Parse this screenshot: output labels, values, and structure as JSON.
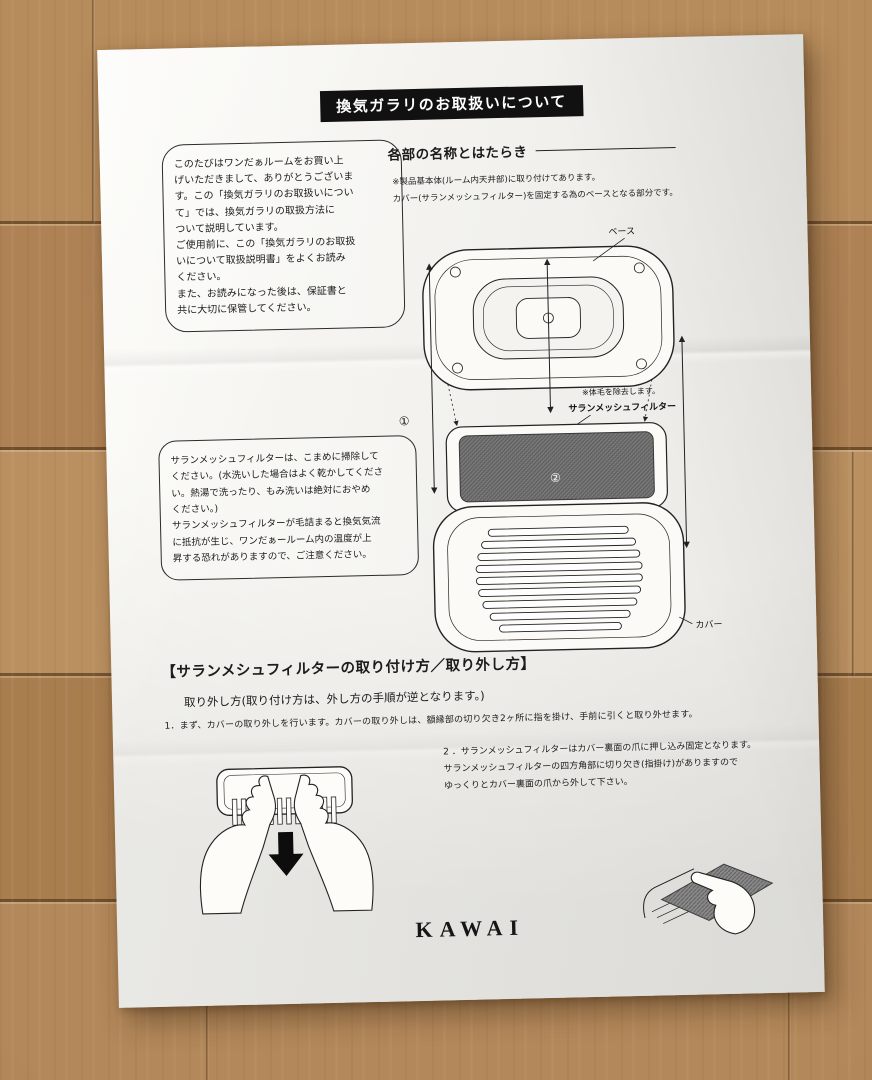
{
  "title_bar": {
    "text": "換気ガラリのお取扱いについて"
  },
  "intro_box": {
    "text": "このたびはワンだぁルームをお買い上\nげいただきまして、ありがとうございま\nす。この「換気ガラリのお取扱いについ\nて」では、換気ガラリの取扱方法に\nついて説明しています。\nご使用前に、この「換気ガラリのお取扱\nいについて取扱説明書」をよくお読み\nください。\nまた、お読みになった後は、保証書と\n共に大切に保管してください。"
  },
  "parts_section": {
    "heading": "各部の名称とはたらき",
    "notes": "※製品基本体(ルーム内天井部)に取り付けてあります。\nカバー(サランメッシュフィルター)を固定する為のベースとなる部分です。",
    "labels": {
      "base": "ベース",
      "step1": "①",
      "hair_note": "※体毛を除去します。",
      "filter": "サランメッシュフィルター",
      "step2": "②",
      "cover": "カバー"
    }
  },
  "care_box": {
    "text": "サランメッシュフィルターは、こまめに掃除して\nください。(水洗いした場合はよく乾かしてくださ\nい。熱湯で洗ったり、もみ洗いは絶対におやめ\nください。)\nサランメッシュフィルターが毛詰まると換気気流\nに抵抗が生じ、ワンだぁールーム内の温度が上\n昇する恐れがありますので、ご注意ください。"
  },
  "install_section": {
    "heading": "【サランメシュフィルターの取り付け方／取り外し方】",
    "subheading": "取り外し方(取り付け方は、外し方の手順が逆となります。)",
    "step1": "1．まず、カバーの取り外しを行います。カバーの取り外しは、額縁部の切り欠き2ヶ所に指を掛け、手前に引くと取り外せます。",
    "step2": "2 ．サランメッシュフィルターはカバー裏面の爪に押し込み固定となります。\nサランメッシュフィルターの四方角部に切り欠き(指掛け)がありますので\nゆっくりとカバー裏面の爪から外して下さい。"
  },
  "brand": "KAWAI"
}
